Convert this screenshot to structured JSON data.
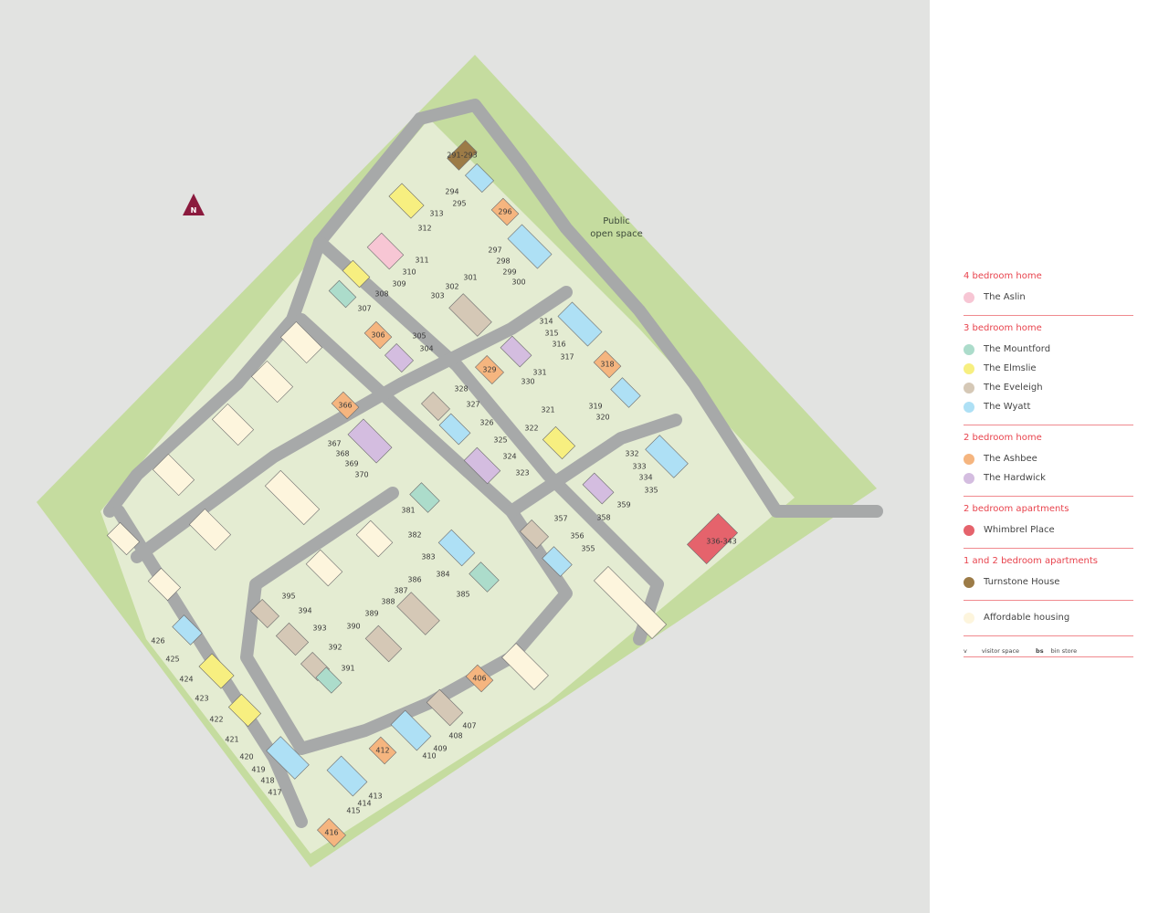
{
  "map": {
    "north_label": "N",
    "open_space_label": [
      "Public",
      "open space"
    ],
    "plots": [
      "291-293",
      "294",
      "295",
      "296",
      "297",
      "298",
      "299",
      "300",
      "301",
      "302",
      "303",
      "304",
      "305",
      "306",
      "307",
      "308",
      "309",
      "310",
      "311",
      "312",
      "313",
      "314",
      "315",
      "316",
      "317",
      "318",
      "319",
      "320",
      "321",
      "322",
      "323",
      "324",
      "325",
      "326",
      "327",
      "328",
      "329",
      "330",
      "331",
      "332",
      "333",
      "334",
      "335",
      "336-343",
      "355",
      "356",
      "357",
      "358",
      "359",
      "366",
      "367",
      "368",
      "369",
      "370",
      "381",
      "382",
      "383",
      "384",
      "385",
      "386",
      "387",
      "388",
      "389",
      "390",
      "391",
      "392",
      "393",
      "394",
      "395",
      "406",
      "407",
      "408",
      "409",
      "410",
      "412",
      "413",
      "414",
      "415",
      "416",
      "417",
      "418",
      "419",
      "420",
      "421",
      "422",
      "423",
      "424",
      "425",
      "426"
    ]
  },
  "legend": {
    "sections": [
      {
        "title": "4 bedroom home",
        "items": [
          {
            "label": "The Aslin",
            "color": "#f7c6d4"
          }
        ]
      },
      {
        "title": "3 bedroom home",
        "items": [
          {
            "label": "The Mountford",
            "color": "#acdccb"
          },
          {
            "label": "The Elmslie",
            "color": "#f7ef80"
          },
          {
            "label": "The Eveleigh",
            "color": "#d5c8b6"
          },
          {
            "label": "The Wyatt",
            "color": "#aee0f5"
          }
        ]
      },
      {
        "title": "2 bedroom home",
        "items": [
          {
            "label": "The Ashbee",
            "color": "#f5b57f"
          },
          {
            "label": "The Hardwick",
            "color": "#d4bde0"
          }
        ]
      },
      {
        "title": "2 bedroom apartments",
        "items": [
          {
            "label": "Whimbrel Place",
            "color": "#e5636c"
          }
        ]
      },
      {
        "title": "1 and 2 bedroom apartments",
        "items": [
          {
            "label": "Turnstone House",
            "color": "#9c7b47"
          }
        ]
      }
    ],
    "affordable": {
      "label": "Affordable housing",
      "color": "#fdf5dd"
    },
    "key": {
      "v": "v",
      "v_label": "visitor space",
      "bs": "bs",
      "bs_label": "bin store"
    }
  }
}
